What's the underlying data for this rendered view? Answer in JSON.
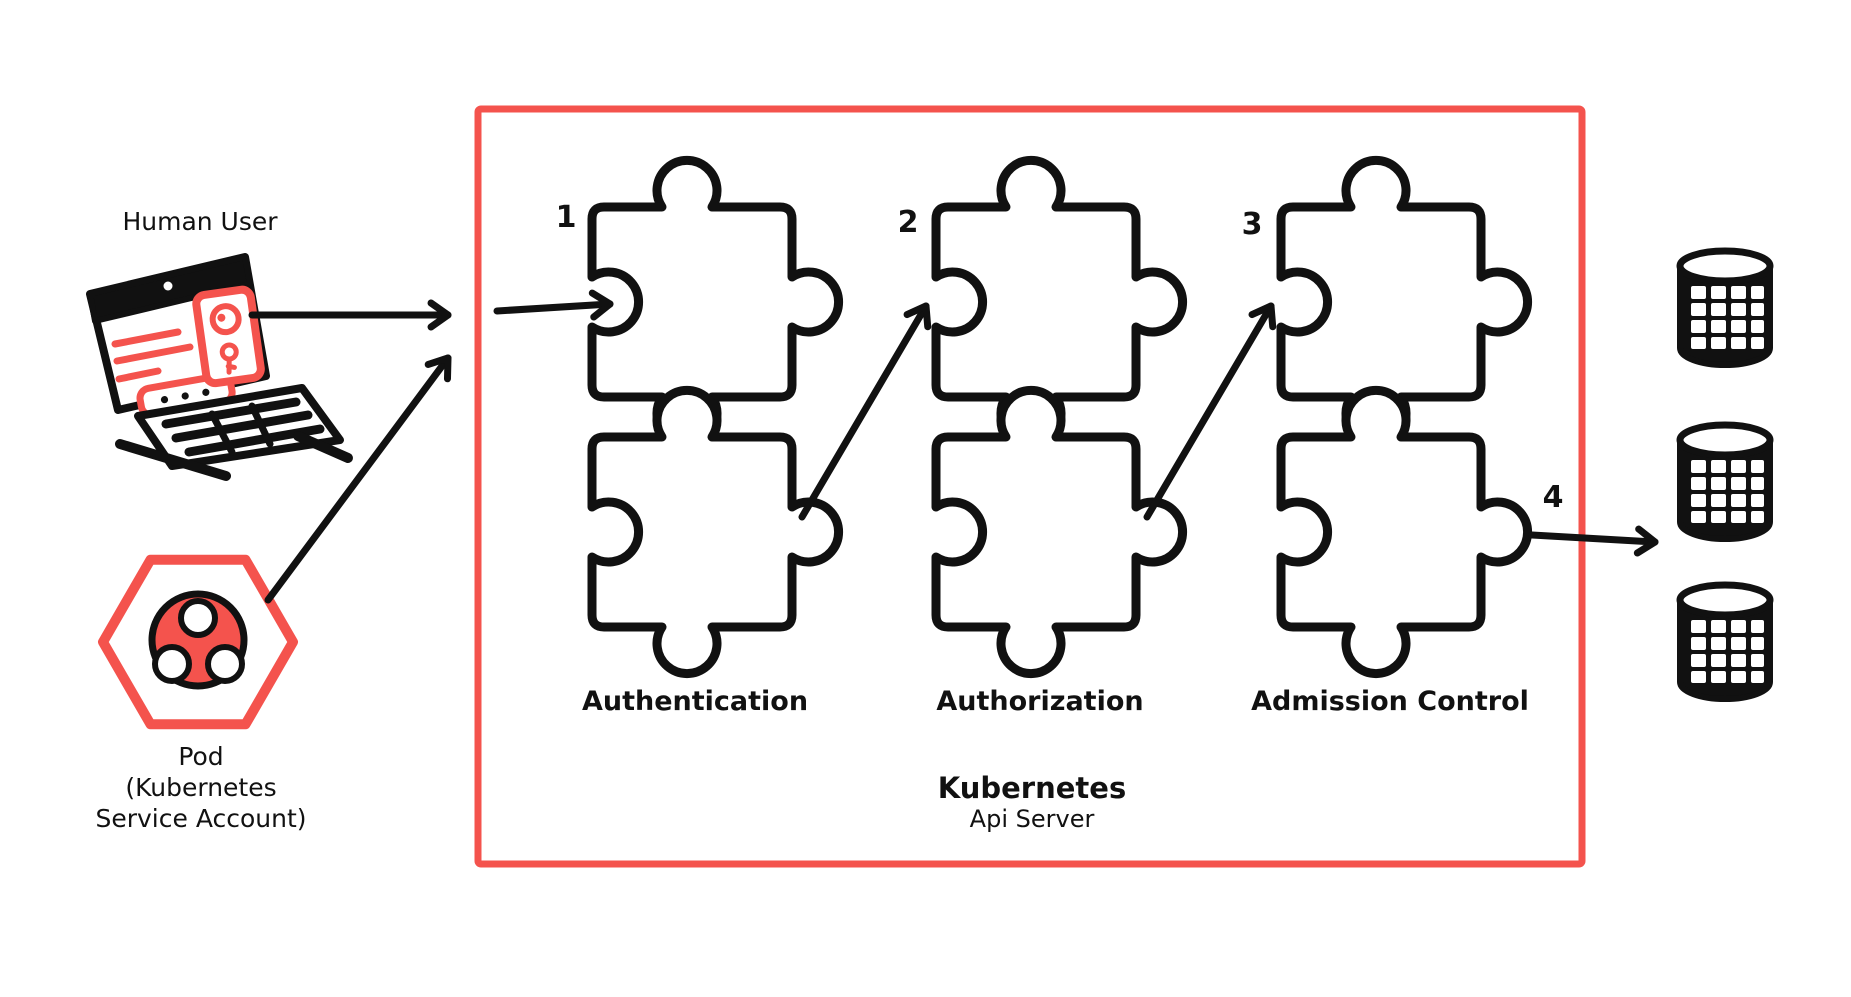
{
  "diagram": {
    "human_user_label": "Human User",
    "pod": {
      "line1": "Pod",
      "line2": "(Kubernetes",
      "line3": "Service Account)"
    },
    "api_server_box": {
      "title": "Kubernetes",
      "subtitle": "Api Server",
      "modules": [
        {
          "step": "1",
          "label": "Authentication"
        },
        {
          "step": "2",
          "label": "Authorization"
        },
        {
          "step": "3",
          "label": "Admission Control"
        }
      ],
      "final_step": "4"
    },
    "icons": [
      "laptop-icon",
      "pod-hexagon-icon",
      "puzzle-piece-icon",
      "database-icon",
      "arrow-icon"
    ],
    "colors": {
      "accent_red": "#f4534d",
      "ink": "#111111",
      "background": "#ffffff"
    }
  }
}
